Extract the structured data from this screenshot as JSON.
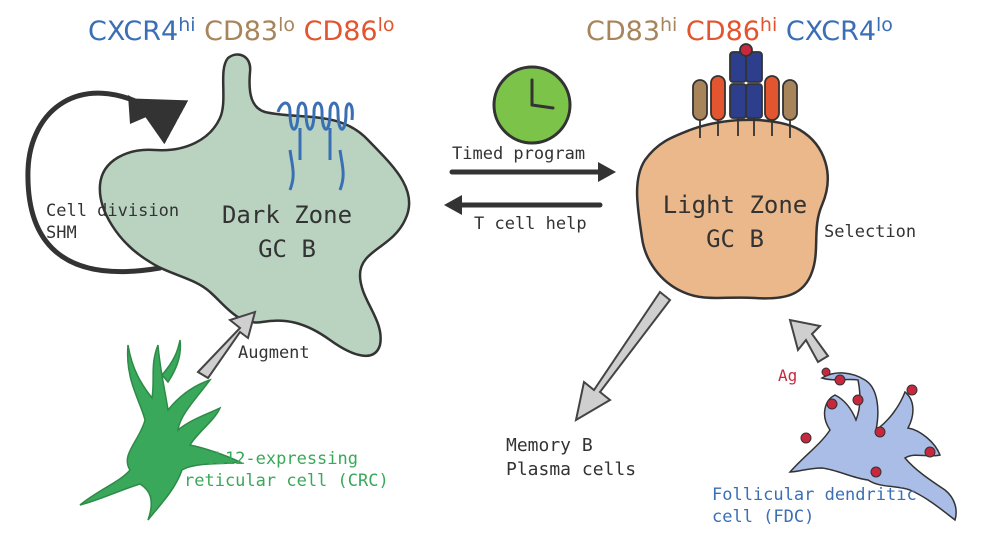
{
  "colors": {
    "cxcr4": "#3a6fb5",
    "cd83": "#a8845a",
    "cd86": "#e2552f",
    "dark_zone_fill": "#b9d3c0",
    "light_zone_fill": "#eab88a",
    "crc": "#3aa85a",
    "fdc": "#aabde6",
    "clock": "#7cc34a",
    "antigen": "#c8283e"
  },
  "dark_zone": {
    "title_line1": "Dark Zone",
    "title_line2": "GC B",
    "markers": {
      "cxcr4": "CXCR4",
      "cxcr4_level": "hi",
      "cd83": "CD83",
      "cd83_level": "lo",
      "cd86": "CD86",
      "cd86_level": "lo"
    },
    "loop_label_line1": "Cell division",
    "loop_label_line2": "SHM"
  },
  "light_zone": {
    "title_line1": "Light Zone",
    "title_line2": "GC B",
    "markers": {
      "cd83": "CD83",
      "cd83_level": "hi",
      "cd86": "CD86",
      "cd86_level": "hi",
      "cxcr4": "CXCR4",
      "cxcr4_level": "lo"
    },
    "side_label": "Selection"
  },
  "transitions": {
    "to_light": "Timed program",
    "to_dark": "T cell help"
  },
  "crc": {
    "label_line1": "CXCL12-expressing",
    "label_line2": "reticular cell (CRC)",
    "arrow_label": "Augment"
  },
  "output": {
    "line1": "Memory B",
    "line2": "Plasma cells"
  },
  "fdc": {
    "label_line1": "Follicular dendritic",
    "label_line2": "cell (FDC)",
    "antigen": "Ag"
  }
}
